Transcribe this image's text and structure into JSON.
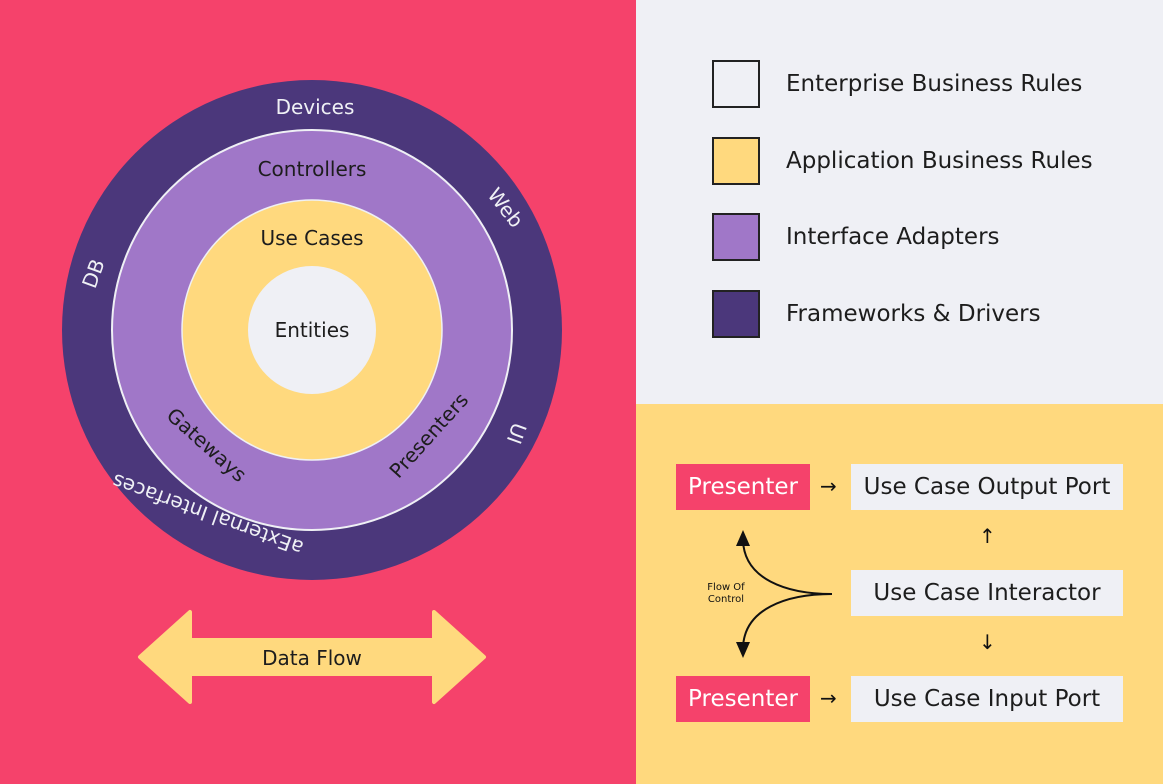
{
  "colors": {
    "background_left": "#f5426b",
    "enterprise": "#eff0f5",
    "application": "#ffd97e",
    "interface": "#a077c8",
    "frameworks": "#4b377b"
  },
  "onion": {
    "outer_ring": {
      "devices": "Devices",
      "web": "Web",
      "db": "DB",
      "ui": "UI",
      "external": "aExternal Interfaces"
    },
    "adapters_ring": {
      "controllers": "Controllers",
      "gateways": "Gateways",
      "presenters": "Presenters"
    },
    "use_cases": "Use Cases",
    "entities": "Entities"
  },
  "data_flow": {
    "label": "Data Flow"
  },
  "legend": {
    "items": [
      {
        "label": "Enterprise Business Rules",
        "color": "#eff0f5"
      },
      {
        "label": "Application Business Rules",
        "color": "#ffd97e"
      },
      {
        "label": "Interface Adapters",
        "color": "#a077c8"
      },
      {
        "label": "Frameworks & Drivers",
        "color": "#4b377b"
      }
    ]
  },
  "flow": {
    "presenter_top": "Presenter",
    "presenter_bottom": "Presenter",
    "output_port": "Use Case Output Port",
    "interactor": "Use Case Interactor",
    "input_port": "Use Case Input Port",
    "flow_of_control_line1": "Flow Of",
    "flow_of_control_line2": "Control",
    "arrow_right": "→",
    "arrow_up": "↑",
    "arrow_down": "↓"
  }
}
